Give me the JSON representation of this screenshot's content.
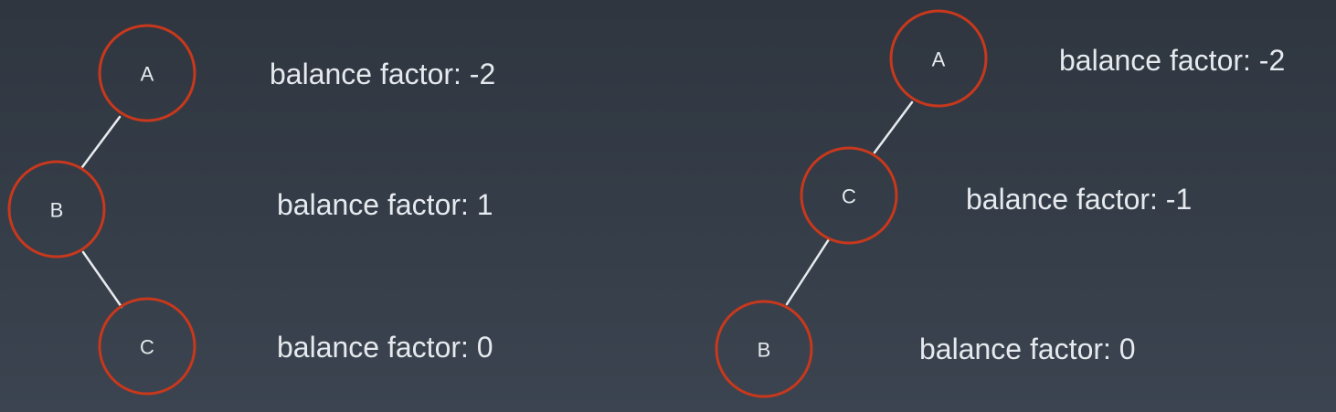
{
  "colors": {
    "node_stroke": "#c8381c",
    "edge": "#e8ecef",
    "text": "#e6eaee"
  },
  "trees": [
    {
      "nodes": [
        {
          "id": "A",
          "label": "A",
          "balance_factor": "balance factor: -2"
        },
        {
          "id": "B",
          "label": "B",
          "balance_factor": "balance factor: 1"
        },
        {
          "id": "C",
          "label": "C",
          "balance_factor": "balance factor: 0"
        }
      ],
      "edges": [
        [
          "A",
          "B"
        ],
        [
          "B",
          "C"
        ]
      ]
    },
    {
      "nodes": [
        {
          "id": "A",
          "label": "A",
          "balance_factor": "balance factor: -2"
        },
        {
          "id": "C",
          "label": "C",
          "balance_factor": "balance factor: -1"
        },
        {
          "id": "B",
          "label": "B",
          "balance_factor": "balance factor: 0"
        }
      ],
      "edges": [
        [
          "A",
          "C"
        ],
        [
          "C",
          "B"
        ]
      ]
    }
  ]
}
